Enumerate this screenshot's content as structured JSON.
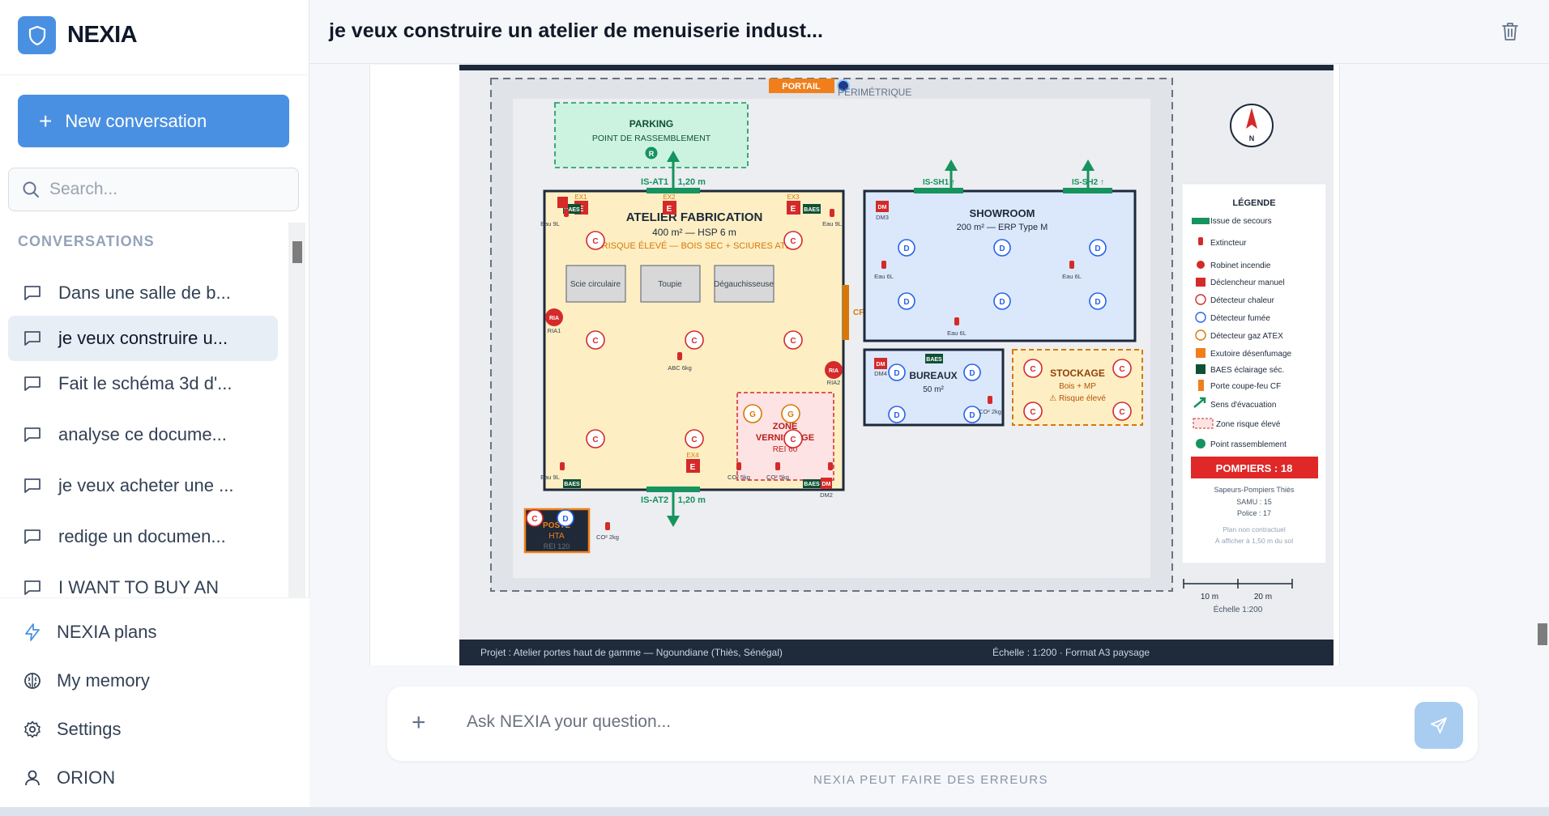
{
  "brand": {
    "name": "NEXIA"
  },
  "sidebar": {
    "new_conversation": "New conversation",
    "search_placeholder": "Search...",
    "conversations_header": "CONVERSATIONS",
    "conversations": [
      {
        "label": "Dans une salle de b..."
      },
      {
        "label": "je veux construire u..."
      },
      {
        "label": "Fait le schéma 3d d'..."
      },
      {
        "label": "analyse ce docume..."
      },
      {
        "label": "je veux acheter une ..."
      },
      {
        "label": "redige un documen..."
      },
      {
        "label": "I WANT TO BUY AN"
      }
    ],
    "links": {
      "plans": "NEXIA plans",
      "memory": "My memory",
      "settings": "Settings",
      "user": "ORION"
    }
  },
  "header": {
    "title": "je veux construire un atelier de menuiserie indust..."
  },
  "plan": {
    "portail": "PORTAIL",
    "perimetre": "PÉRIMÉTRIQUE",
    "parking": {
      "title": "PARKING",
      "sub": "POINT DE RASSEMBLEMENT"
    },
    "atelier": {
      "title": "ATELIER FABRICATION",
      "size": "400 m² — HSP 6 m",
      "risk": "⚠ RISQUE ÉLEVÉ — BOIS SEC + SCIURES ATEX"
    },
    "machines": [
      "Scie circulaire",
      "Toupie",
      "Dégauchisseuse"
    ],
    "zone": {
      "title": "ZONE",
      "title2": "VERNISSAGE",
      "rei": "REI 60"
    },
    "showroom": {
      "title": "SHOWROOM",
      "sub": "200 m² — ERP Type M"
    },
    "bureaux": {
      "title": "BUREAUX",
      "sub": "50 m²"
    },
    "stockage": {
      "title": "STOCKAGE",
      "sub": "Bois + MP",
      "risk": "⚠ Risque élevé"
    },
    "poste": {
      "title": "POSTE",
      "sub": "HTA",
      "rei": "REI 120"
    },
    "exits": {
      "at1": "IS-AT1 ↑ 1,20 m",
      "at2": "IS-AT2 ↓ 1,20 m",
      "sh1": "IS-SH1 ↑",
      "sh2": "IS-SH2 ↑"
    },
    "small": {
      "eau9l": "Eau 9L",
      "eau6l": "Eau 6L",
      "abc6kg": "ABC 6kg",
      "co2_5kg": "CO² 5kg",
      "co2_2kg": "CO² 2kg",
      "ria1": "RIA1",
      "ria2": "RIA2",
      "ria": "RIA",
      "dm3": "DM3",
      "dm4": "DM4",
      "dm2": "DM2",
      "dm": "DM",
      "baes": "BAES",
      "ex1": "EX1",
      "ex2": "EX2",
      "ex3": "EX3",
      "ex4": "EX4",
      "cf": "CF",
      "e": "E",
      "c": "C",
      "d": "D",
      "g": "G",
      "r": "R",
      "n": "N"
    },
    "legend": {
      "title": "LÉGENDE",
      "items": [
        "Issue de secours",
        "Extincteur",
        "Robinet incendie",
        "Déclencheur manuel",
        "Détecteur chaleur",
        "Détecteur fumée",
        "Détecteur gaz ATEX",
        "Exutoire désenfumage",
        "BAES éclairage séc.",
        "Porte coupe-feu CF",
        "Sens d'évacuation",
        "Zone risque élevé",
        "Point rassemblement"
      ],
      "pompiers": "POMPIERS : 18",
      "sapeurs": "Sapeurs-Pompiers Thiès",
      "samu": "SAMU : 15",
      "police": "Police : 17",
      "note1": "Plan non contractuel",
      "note2": "À afficher à 1,50 m du sol"
    },
    "scale": {
      "s10": "10 m",
      "s20": "20 m",
      "label": "Échelle 1:200"
    },
    "footer": {
      "left": "Projet : Atelier portes haut de gamme — Ngoundiane (Thiès, Sénégal)",
      "right": "Échelle : 1:200 · Format A3 paysage"
    }
  },
  "composer": {
    "placeholder": "Ask NEXIA your question...",
    "disclaimer": "NEXIA PEUT FAIRE DES ERREURS"
  },
  "colors": {
    "accent": "#4a90e2",
    "exit_green": "#16935e",
    "fire_red": "#d42a2a",
    "orange": "#f07f1b"
  }
}
